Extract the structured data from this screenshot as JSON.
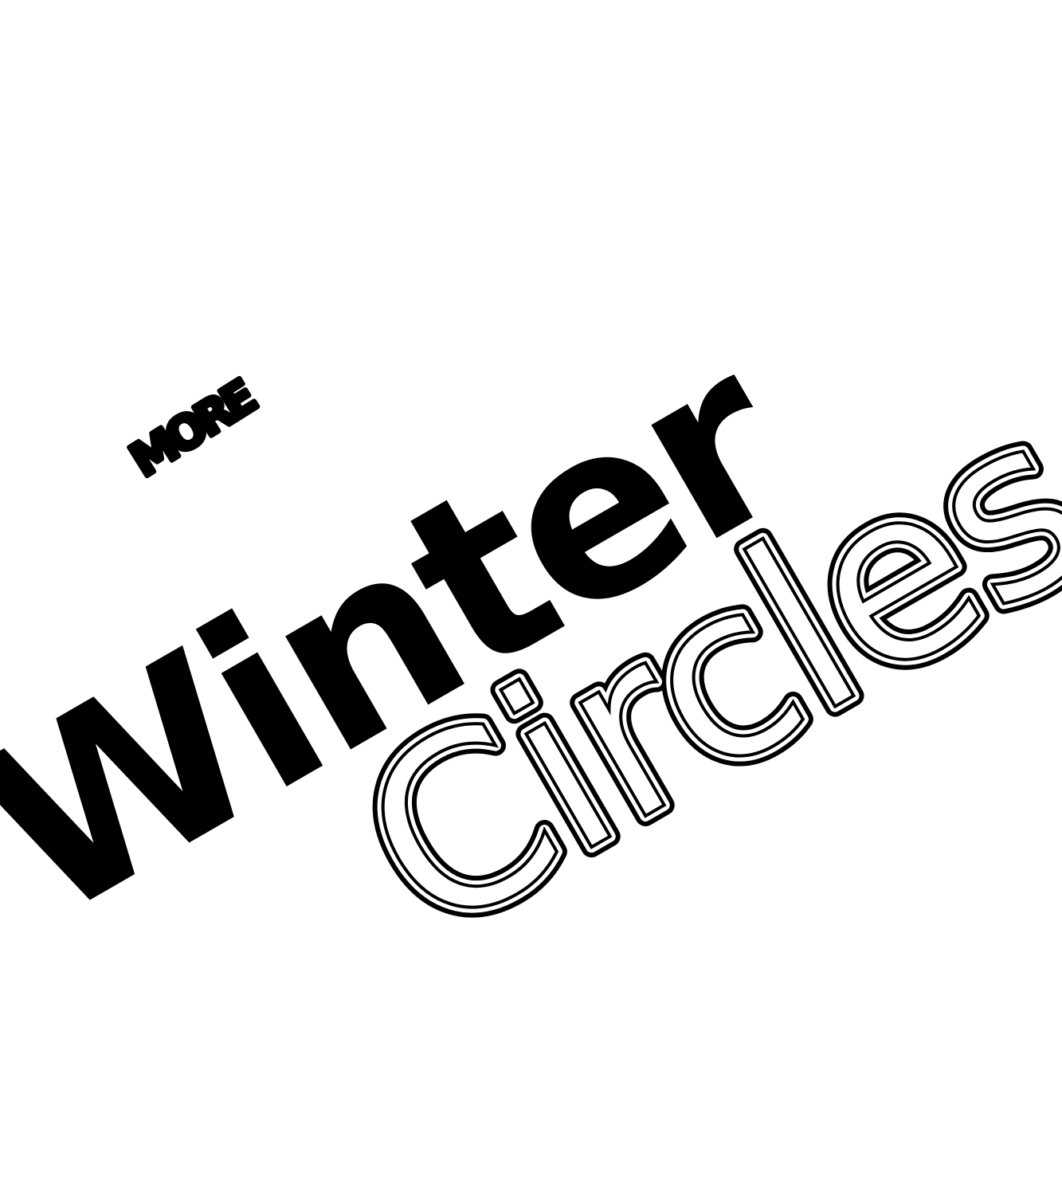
{
  "artwork": {
    "kicker": "MORE",
    "title_line1": "Winter",
    "title_line2": "Circles",
    "colors": {
      "ink": "#000000",
      "background": "#ffffff"
    }
  }
}
